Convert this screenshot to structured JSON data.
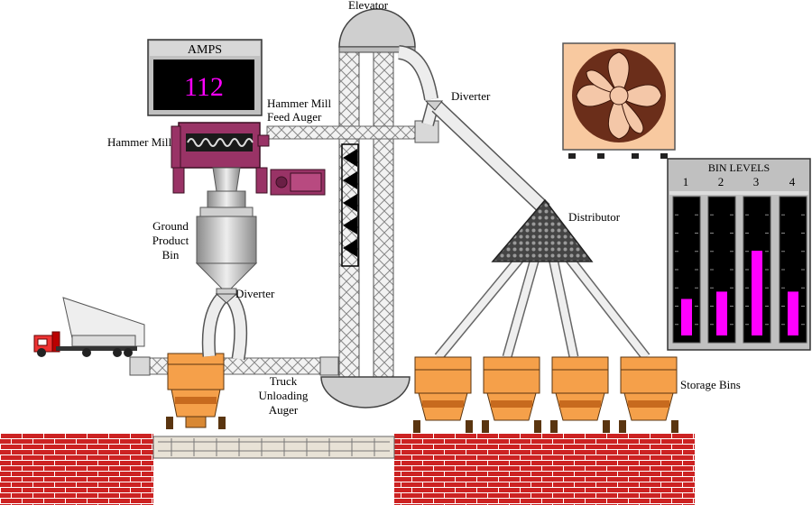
{
  "labels": {
    "elevator": "Elevator",
    "diverter_top": "Diverter",
    "hammer_mill_feed_auger_line1": "Hammer Mill",
    "hammer_mill_feed_auger_line2": "Feed Auger",
    "hammer_mill": "Hammer Mill",
    "ground_product_bin_line1": "Ground",
    "ground_product_bin_line2": "Product",
    "ground_product_bin_line3": "Bin",
    "diverter_lower": "Diverter",
    "distributor": "Distributor",
    "truck_unloading_auger_line1": "Truck",
    "truck_unloading_auger_line2": "Unloading",
    "truck_unloading_auger_line3": "Auger",
    "storage_bins": "Storage Bins"
  },
  "amps": {
    "title": "AMPS",
    "value": "112"
  },
  "bin_levels": {
    "title": "BIN LEVELS",
    "bins": [
      {
        "number": "1",
        "level": 0.25
      },
      {
        "number": "2",
        "level": 0.3
      },
      {
        "number": "3",
        "level": 0.58
      },
      {
        "number": "4",
        "level": 0.3
      }
    ]
  },
  "colors": {
    "accent": "#ff00ff",
    "machine": "#993366",
    "bin_fill": "#f5a04a",
    "brick": "#cc2222",
    "fan_panel": "#f8c9a0",
    "fan_blade": "#f4c7a8",
    "fan_dark": "#6b2e1a"
  }
}
